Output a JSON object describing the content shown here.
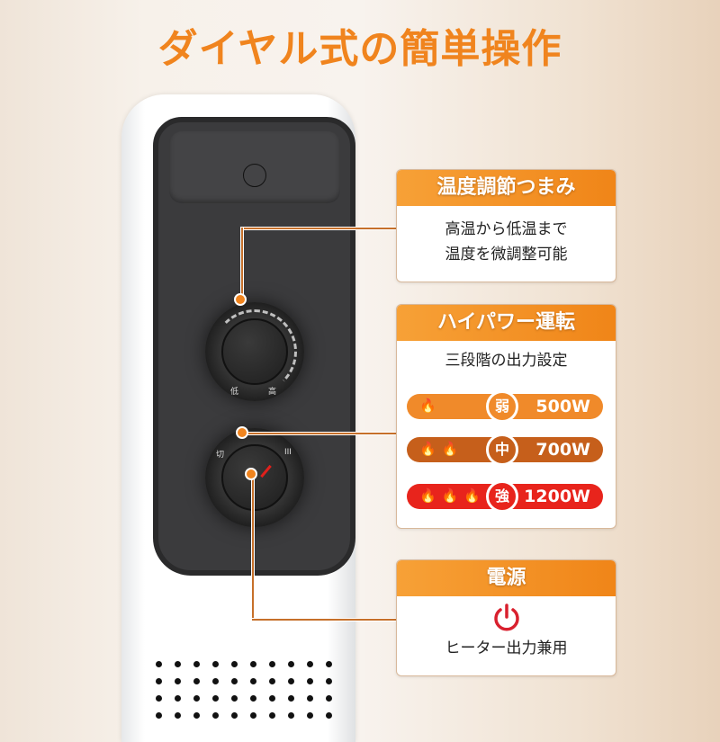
{
  "title": "ダイヤル式の簡単操作",
  "colors": {
    "accent": "#f0841e",
    "weak": "#f08a2a",
    "mid": "#c65f1b",
    "strong": "#e8241c",
    "power": "#d9202e"
  },
  "knobs": {
    "temp": {
      "low_label": "低",
      "high_label": "高"
    },
    "power": {
      "off_label": "切",
      "max_label": "III"
    }
  },
  "cards": {
    "temperature": {
      "title": "温度調節つまみ",
      "lines": [
        "高温から低温まで",
        "温度を微調整可能"
      ]
    },
    "high_power": {
      "title": "ハイパワー運転",
      "subtitle": "三段階の出力設定",
      "levels": [
        {
          "flames": "🔥",
          "label": "弱",
          "watt": "500W"
        },
        {
          "flames": "🔥🔥",
          "label": "中",
          "watt": "700W"
        },
        {
          "flames": "🔥🔥🔥",
          "label": "強",
          "watt": "1200W"
        }
      ]
    },
    "power": {
      "title": "電源",
      "icon": "power-icon",
      "caption": "ヒーター出力兼用"
    }
  }
}
